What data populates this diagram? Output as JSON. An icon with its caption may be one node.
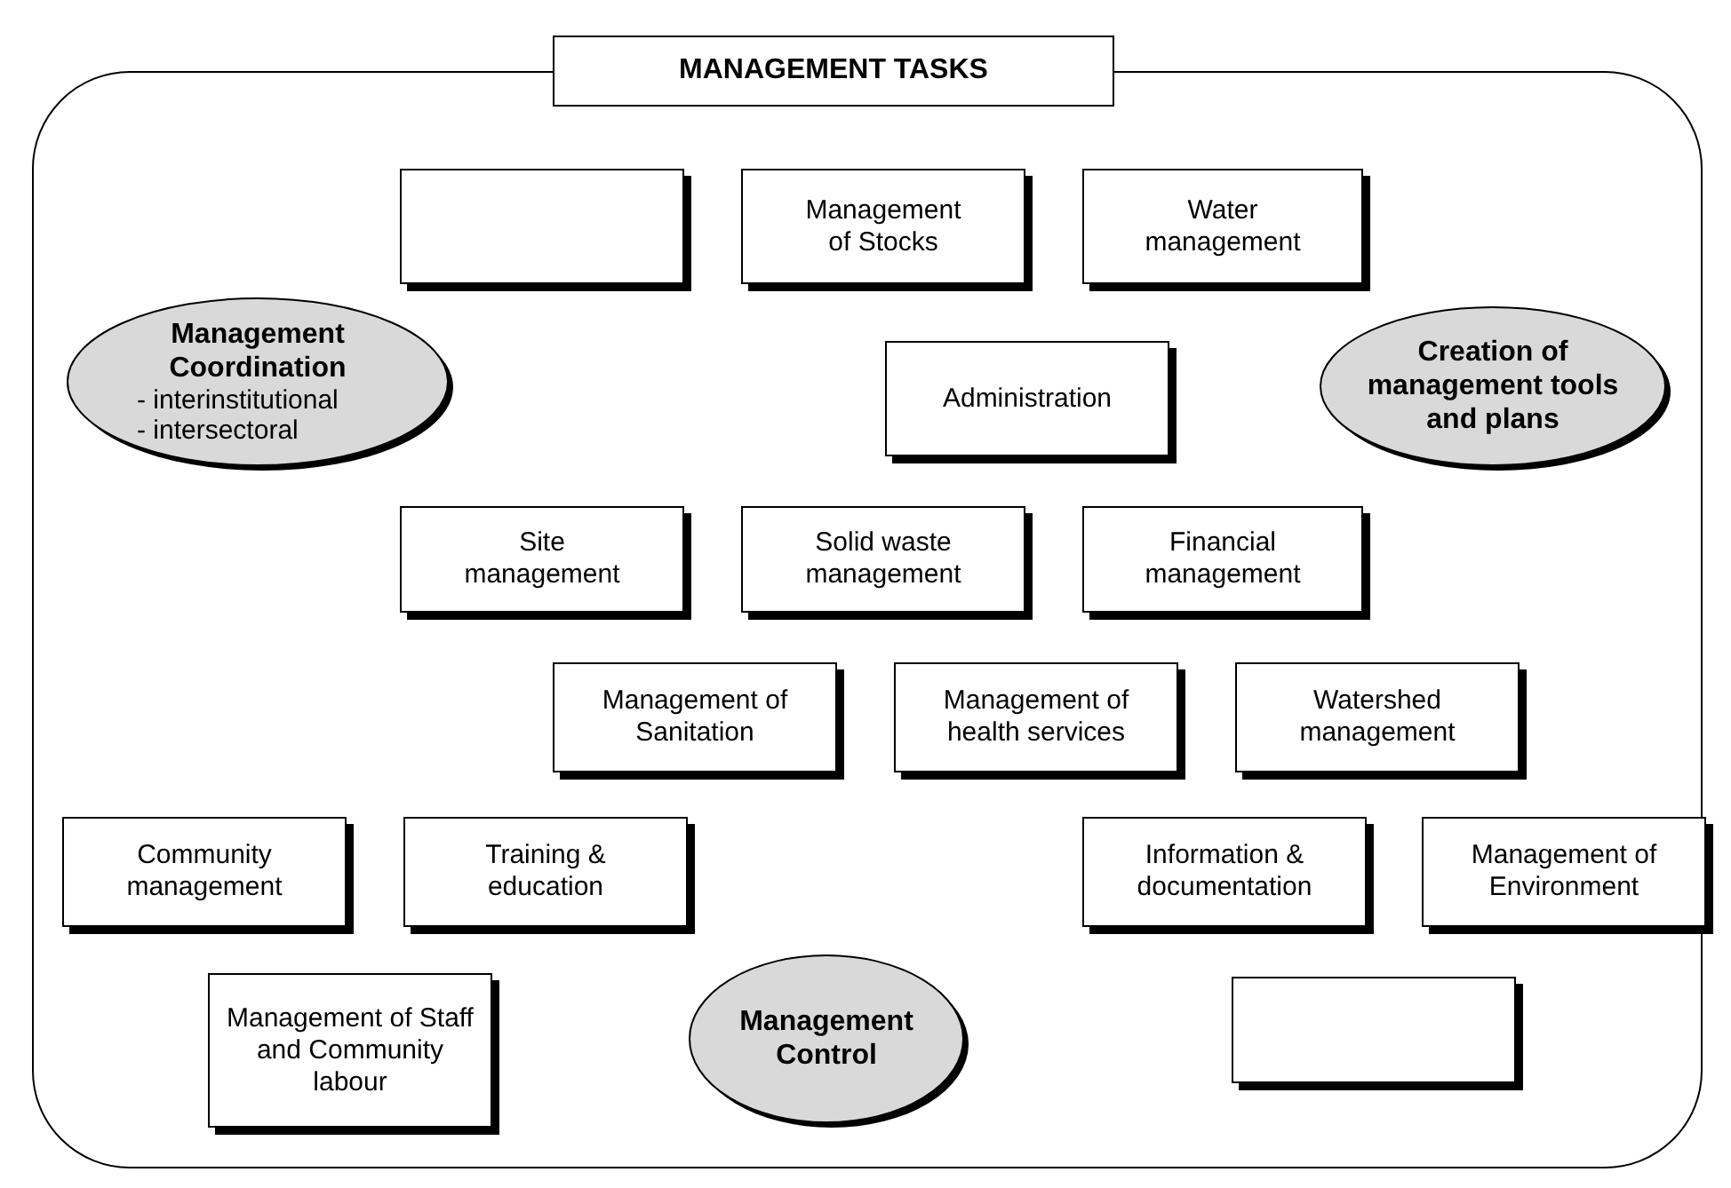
{
  "diagram": {
    "nodes": [
      {
        "text": [
          "MANAGEMENT TASKS"
        ]
      },
      {
        "text": [],
        "shape": "box",
        "in": 0
      },
      {
        "text": [
          "Management of Stocks"
        ],
        "in": 0
      },
      {
        "text": [
          "Water management"
        ],
        "in": 0
      },
      {
        "text": [
          "Management Coordination",
          "- interinstitutional",
          "- intersectoral"
        ],
        "in": 0
      },
      {
        "text": [
          "Administration"
        ],
        "in": 0
      },
      {
        "text": [
          "Creation of management tools and plans"
        ],
        "in": 0
      },
      {
        "text": [
          "Site management"
        ],
        "in": 0
      },
      {
        "text": [
          "Solid waste management"
        ],
        "in": 0
      },
      {
        "text": [
          "Financial management"
        ],
        "in": 0
      },
      {
        "text": [
          "Management of Sanitation"
        ],
        "in": 0
      },
      {
        "text": [
          "Management of health services"
        ],
        "in": 0
      },
      {
        "text": [
          "Watershed management"
        ],
        "in": 0
      },
      {
        "text": [
          "Community management"
        ],
        "in": 0
      },
      {
        "text": [
          "Training & education"
        ],
        "in": 0
      },
      {
        "text": [
          "Information & documentation"
        ],
        "in": 0
      },
      {
        "text": [
          "Management of Environment"
        ],
        "in": 0
      },
      {
        "text": [
          "Management of Staff and Community labour"
        ],
        "in": 0
      },
      {
        "text": [
          "Management Control"
        ],
        "in": 0
      },
      {
        "text": [],
        "shape": "box",
        "in": 0
      }
    ]
  }
}
